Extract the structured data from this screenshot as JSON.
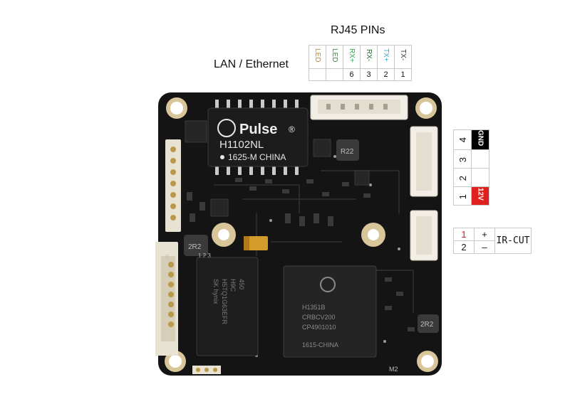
{
  "rj45": {
    "title": "RJ45 PINs",
    "subtitle": "LAN / Ethernet",
    "columns": [
      {
        "label": "LED",
        "num": "",
        "color": "#c08a2a"
      },
      {
        "label": "LED",
        "num": "",
        "color": "#3a8a3a"
      },
      {
        "label": "RX+",
        "num": "6",
        "color": "#2aa84a"
      },
      {
        "label": "RX-",
        "num": "3",
        "color": "#1f6a2a"
      },
      {
        "label": "TX+",
        "num": "2",
        "color": "#2aa8c8"
      },
      {
        "label": "TX-",
        "num": "1",
        "color": "#333333"
      }
    ]
  },
  "power": {
    "rows": [
      {
        "num": "4",
        "label": "GND",
        "bg": "#000000",
        "fg": "#ffffff"
      },
      {
        "num": "3",
        "label": "",
        "bg": "#ffffff",
        "fg": "#000000"
      },
      {
        "num": "2",
        "label": "",
        "bg": "#ffffff",
        "fg": "#000000"
      },
      {
        "num": "1",
        "label": "12V",
        "bg": "#e0201c",
        "fg": "#ffffff"
      }
    ]
  },
  "ircut": {
    "label": "IR-CUT",
    "rows": [
      {
        "num": "1",
        "sign": "+",
        "num_color": "#d21f1f"
      },
      {
        "num": "2",
        "sign": "–",
        "num_color": "#111111"
      }
    ]
  },
  "board": {
    "pulse_brand": "Pulse",
    "pulse_model": "H1102NL",
    "pulse_code": "1625-M CHINA",
    "soc_lines": [
      "H1351B",
      "CRBCV200",
      "CP4901010",
      "1615-CHINA"
    ],
    "mem_lines": [
      "SK hynix",
      "H5TQ1G63EFR",
      "H9C",
      "450"
    ],
    "labels": {
      "inductor1": "2R2",
      "inductor2": "2R2",
      "inductor3": "R22",
      "marker_m2": "M2",
      "marker_b": "B",
      "pin_123": "1 2 3"
    }
  }
}
